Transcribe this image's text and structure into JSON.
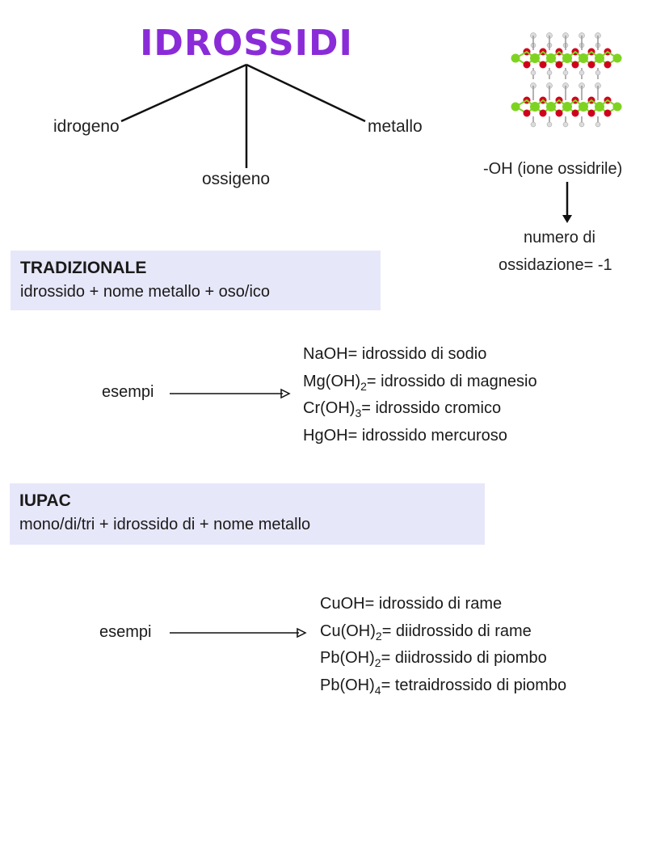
{
  "title": "IDROSSIDI",
  "branches": {
    "left": "idrogeno",
    "middle": "ossigeno",
    "right": "metallo"
  },
  "ion": {
    "label": "-OH (ione ossidrile)",
    "oxidation_line1": "numero di",
    "oxidation_line2": "ossidazione= -1"
  },
  "traditional": {
    "heading": "TRADIZIONALE",
    "formula": "idrossido  +  nome metallo  +  oso/ico",
    "examples_label": "esempi",
    "examples": [
      {
        "formula": "NaOH",
        "sub": "",
        "name": "= idrossido di sodio"
      },
      {
        "formula": "Mg(OH)",
        "sub": "2",
        "name": "= idrossido di magnesio"
      },
      {
        "formula": "Cr(OH)",
        "sub": "3",
        "name": "= idrossido cromico"
      },
      {
        "formula": "HgOH",
        "sub": "",
        "name": "= idrossido mercuroso"
      }
    ]
  },
  "iupac": {
    "heading": "IUPAC",
    "formula": "mono/di/tri  +  idrossido di  +  nome metallo",
    "examples_label": "esempi",
    "examples": [
      {
        "formula": "CuOH",
        "sub": "",
        "name": "= idrossido di rame"
      },
      {
        "formula": "Cu(OH)",
        "sub": "2",
        "name": "= diidrossido di rame"
      },
      {
        "formula": "Pb(OH)",
        "sub": "2",
        "name": "= diidrossido di piombo"
      },
      {
        "formula": "Pb(OH)",
        "sub": "4",
        "name": "= tetraidrossido di piombo"
      }
    ]
  },
  "colors": {
    "title": "#8a2bd8",
    "box": "#e7e7fa",
    "atom_green": "#7ed321",
    "atom_red": "#d0021b",
    "atom_white": "#e0e0e0"
  }
}
